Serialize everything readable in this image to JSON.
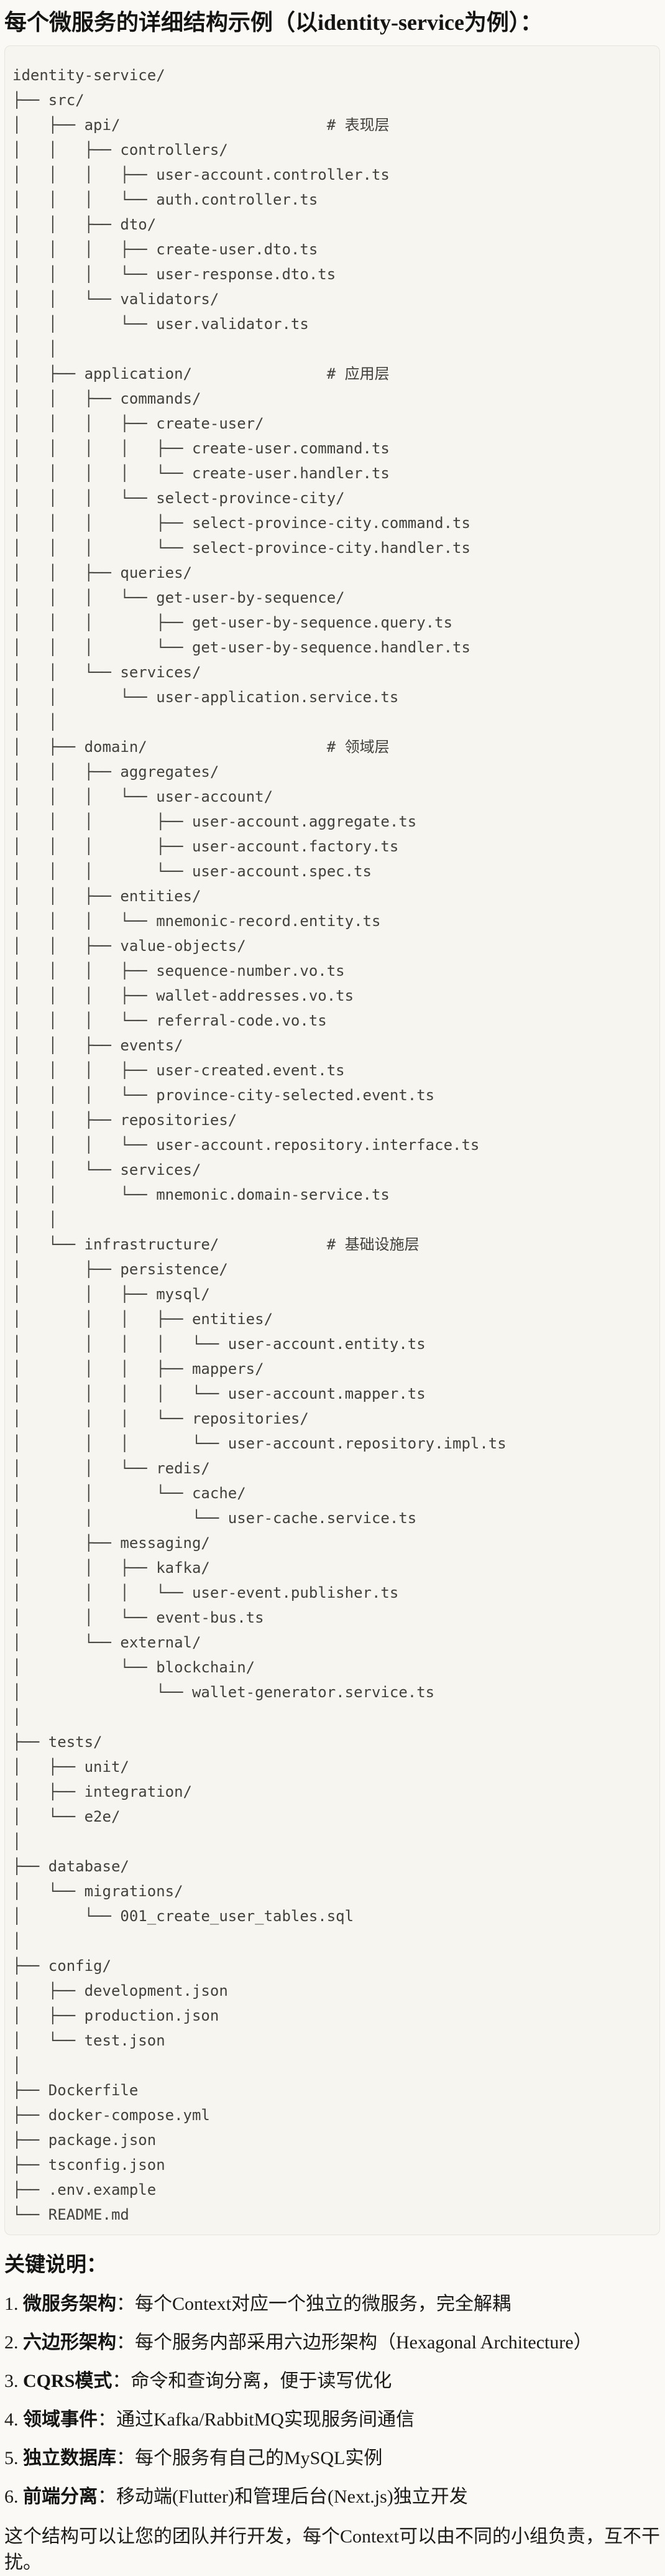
{
  "page": {
    "title": "每个微服务的详细结构示例（以identity-service为例）："
  },
  "code_block": {
    "tree_lines": [
      "identity-service/",
      "├── src/",
      "│   ├── api/                       # 表现层",
      "│   │   ├── controllers/",
      "│   │   │   ├── user-account.controller.ts",
      "│   │   │   └── auth.controller.ts",
      "│   │   ├── dto/",
      "│   │   │   ├── create-user.dto.ts",
      "│   │   │   └── user-response.dto.ts",
      "│   │   └── validators/",
      "│   │       └── user.validator.ts",
      "│   │",
      "│   ├── application/               # 应用层",
      "│   │   ├── commands/",
      "│   │   │   ├── create-user/",
      "│   │   │   │   ├── create-user.command.ts",
      "│   │   │   │   └── create-user.handler.ts",
      "│   │   │   └── select-province-city/",
      "│   │   │       ├── select-province-city.command.ts",
      "│   │   │       └── select-province-city.handler.ts",
      "│   │   ├── queries/",
      "│   │   │   └── get-user-by-sequence/",
      "│   │   │       ├── get-user-by-sequence.query.ts",
      "│   │   │       └── get-user-by-sequence.handler.ts",
      "│   │   └── services/",
      "│   │       └── user-application.service.ts",
      "│   │",
      "│   ├── domain/                    # 领域层",
      "│   │   ├── aggregates/",
      "│   │   │   └── user-account/",
      "│   │   │       ├── user-account.aggregate.ts",
      "│   │   │       ├── user-account.factory.ts",
      "│   │   │       └── user-account.spec.ts",
      "│   │   ├── entities/",
      "│   │   │   └── mnemonic-record.entity.ts",
      "│   │   ├── value-objects/",
      "│   │   │   ├── sequence-number.vo.ts",
      "│   │   │   ├── wallet-addresses.vo.ts",
      "│   │   │   └── referral-code.vo.ts",
      "│   │   ├── events/",
      "│   │   │   ├── user-created.event.ts",
      "│   │   │   └── province-city-selected.event.ts",
      "│   │   ├── repositories/",
      "│   │   │   └── user-account.repository.interface.ts",
      "│   │   └── services/",
      "│   │       └── mnemonic.domain-service.ts",
      "│   │",
      "│   └── infrastructure/            # 基础设施层",
      "│       ├── persistence/",
      "│       │   ├── mysql/",
      "│       │   │   ├── entities/",
      "│       │   │   │   └── user-account.entity.ts",
      "│       │   │   ├── mappers/",
      "│       │   │   │   └── user-account.mapper.ts",
      "│       │   │   └── repositories/",
      "│       │   │       └── user-account.repository.impl.ts",
      "│       │   └── redis/",
      "│       │       └── cache/",
      "│       │           └── user-cache.service.ts",
      "│       ├── messaging/",
      "│       │   ├── kafka/",
      "│       │   │   └── user-event.publisher.ts",
      "│       │   └── event-bus.ts",
      "│       └── external/",
      "│           └── blockchain/",
      "│               └── wallet-generator.service.ts",
      "│",
      "├── tests/",
      "│   ├── unit/",
      "│   ├── integration/",
      "│   └── e2e/",
      "│",
      "├── database/",
      "│   └── migrations/",
      "│       └── 001_create_user_tables.sql",
      "│",
      "├── config/",
      "│   ├── development.json",
      "│   ├── production.json",
      "│   └── test.json",
      "│",
      "├── Dockerfile",
      "├── docker-compose.yml",
      "├── package.json",
      "├── tsconfig.json",
      "├── .env.example",
      "└── README.md"
    ]
  },
  "key_points": {
    "heading": "关键说明：",
    "items": [
      {
        "num": "1. ",
        "term": "微服务架构",
        "desc": "：每个Context对应一个独立的微服务，完全解耦"
      },
      {
        "num": "2. ",
        "term": "六边形架构",
        "desc": "：每个服务内部采用六边形架构（Hexagonal Architecture）"
      },
      {
        "num": "3. ",
        "term": "CQRS模式",
        "desc": "：命令和查询分离，便于读写优化"
      },
      {
        "num": "4. ",
        "term": "领域事件",
        "desc": "：通过Kafka/RabbitMQ实现服务间通信"
      },
      {
        "num": "5. ",
        "term": "独立数据库",
        "desc": "：每个服务有自己的MySQL实例"
      },
      {
        "num": "6. ",
        "term": "前端分离",
        "desc": "：移动端(Flutter)和管理后台(Next.js)独立开发"
      }
    ],
    "footer": "这个结构可以让您的团队并行开发，每个Context可以由不同的小组负责，互不干扰。"
  },
  "colors": {
    "page_background": "#FAF9F5",
    "code_background": "#F6F5F0",
    "code_border": "#E7E4DC",
    "tree_text": "#42413C",
    "heading_text": "#141413"
  }
}
